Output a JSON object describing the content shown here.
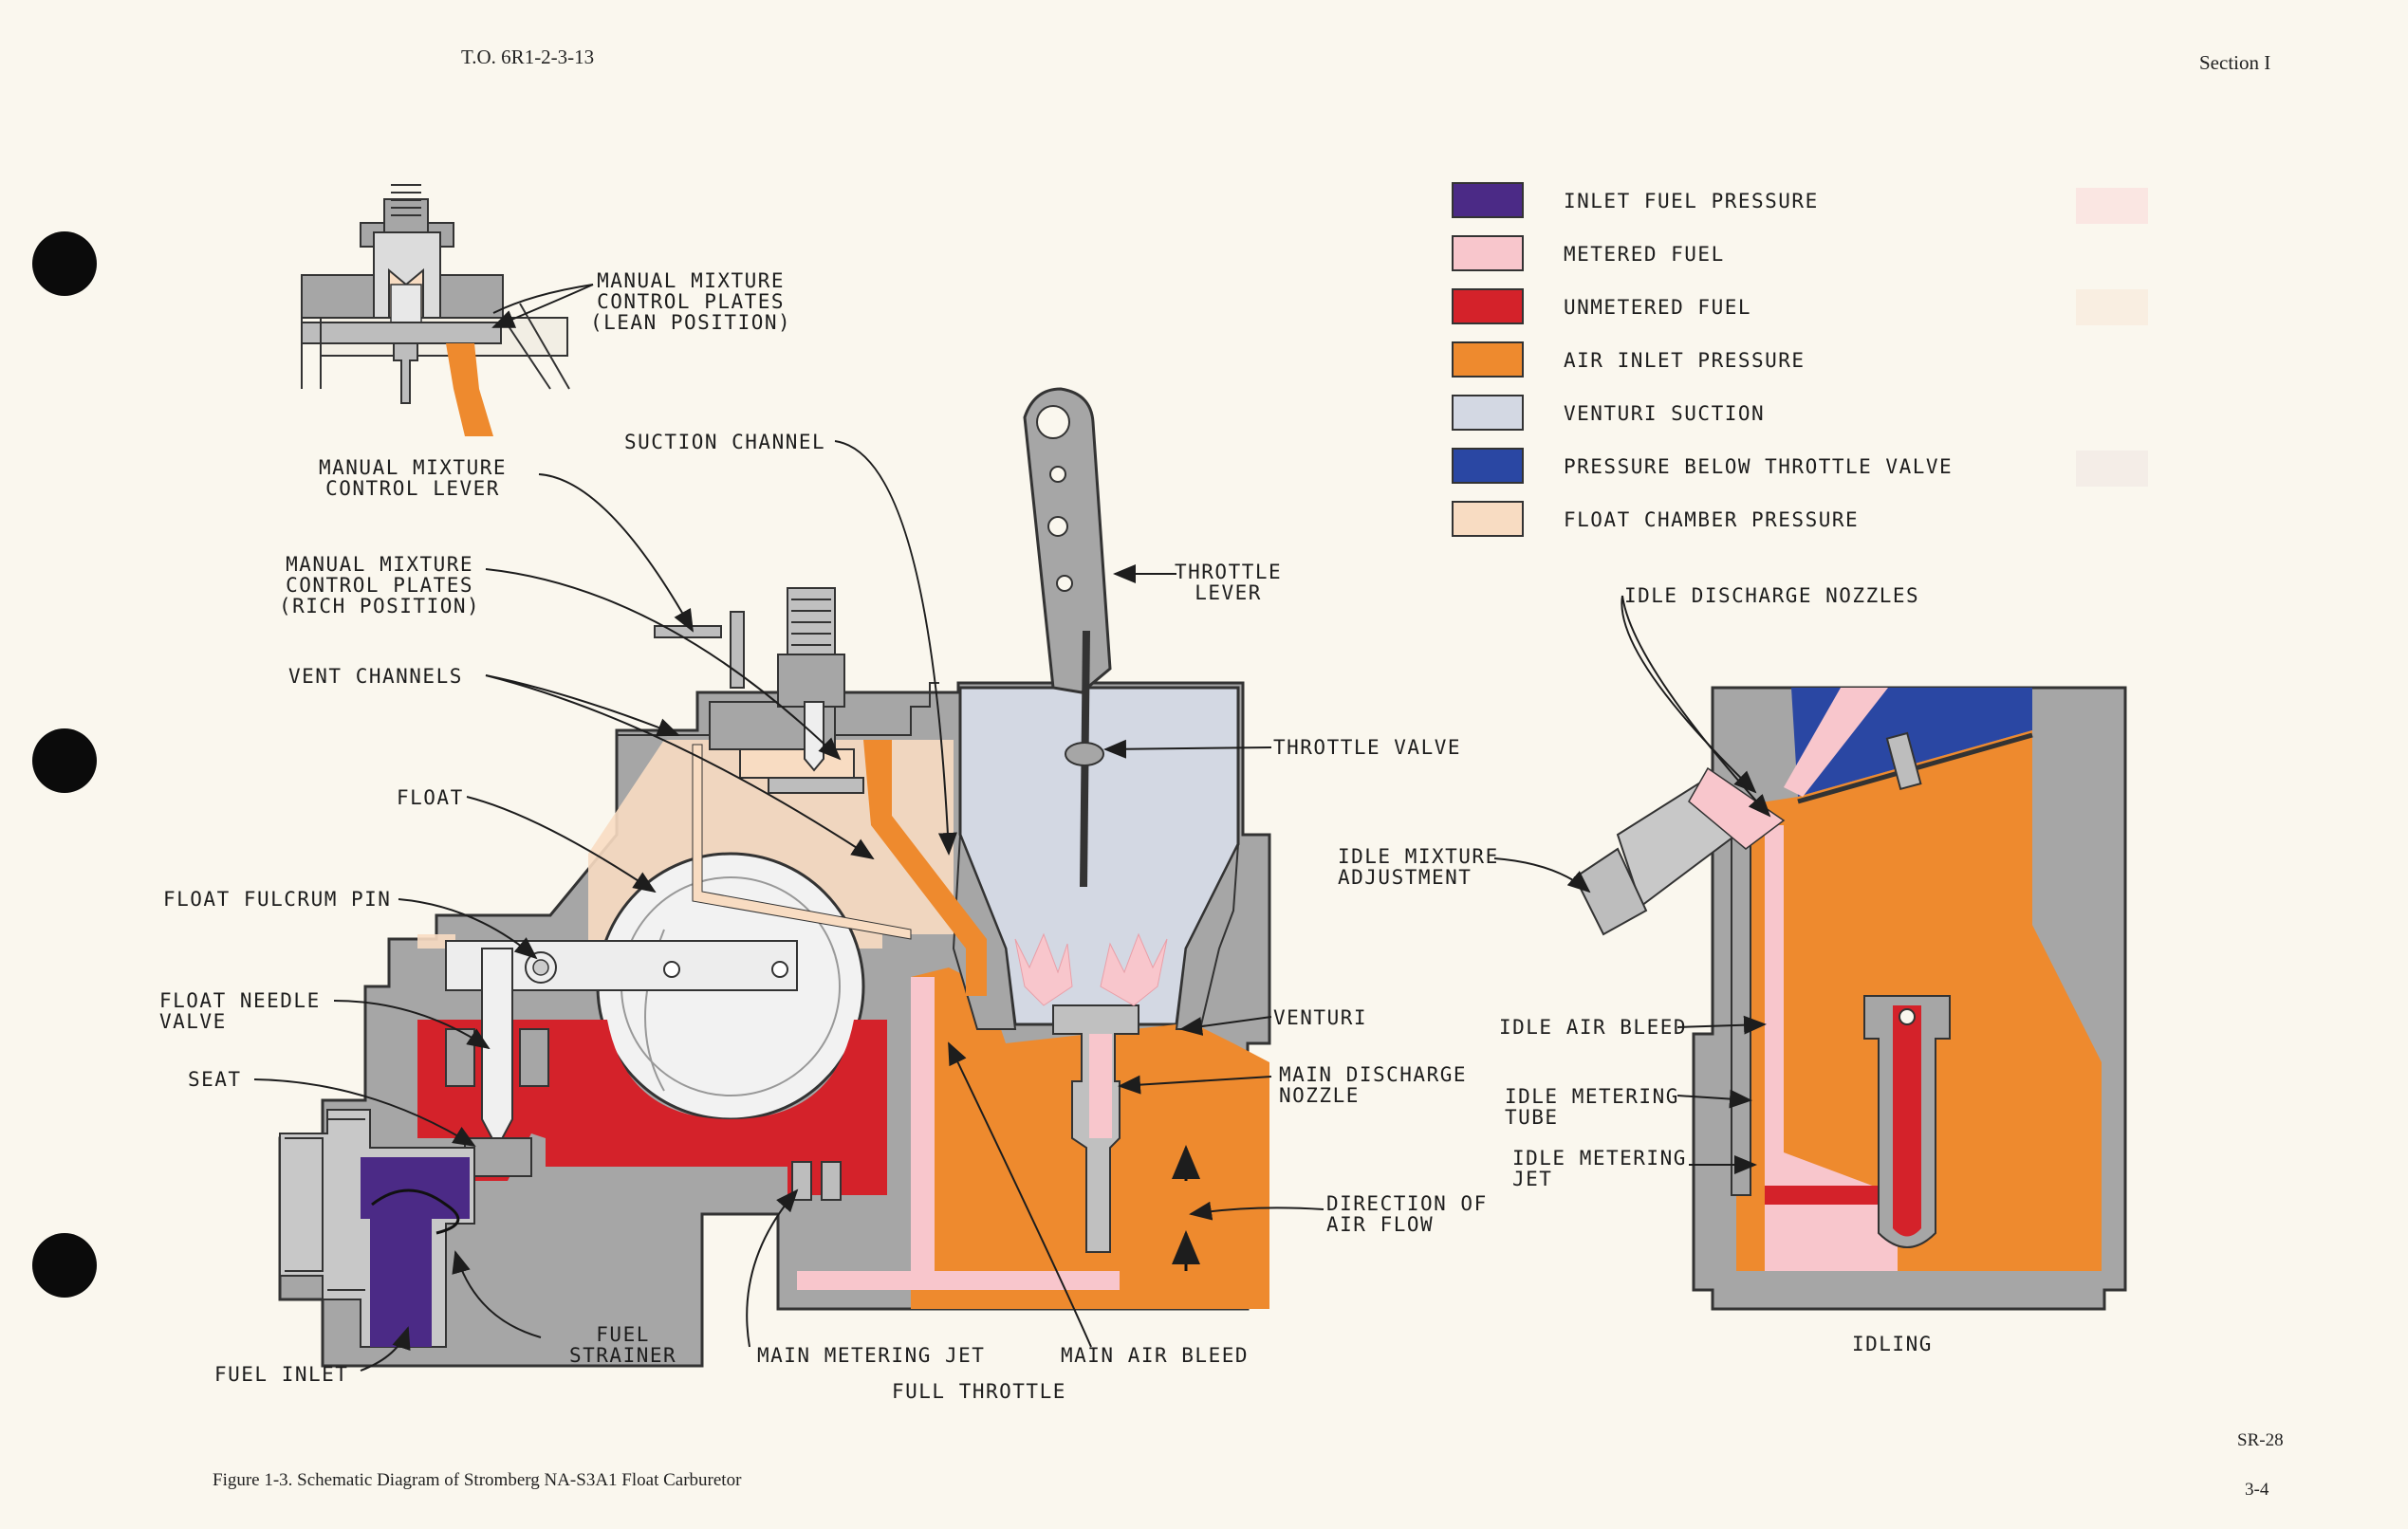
{
  "header": {
    "doc_id": "T.O. 6R1-2-3-13",
    "section": "Section I"
  },
  "legend": [
    {
      "label": "INLET FUEL PRESSURE",
      "color": "#4b2a86"
    },
    {
      "label": "METERED FUEL",
      "color": "#f8c6cc"
    },
    {
      "label": "UNMETERED FUEL",
      "color": "#d4222a"
    },
    {
      "label": "AIR INLET PRESSURE",
      "color": "#ee8a2e"
    },
    {
      "label": "VENTURI SUCTION",
      "color": "#d3d8e3"
    },
    {
      "label": "PRESSURE BELOW THROTTLE VALVE",
      "color": "#2a47a3"
    },
    {
      "label": "FLOAT CHAMBER PRESSURE",
      "color": "#f8dcc2"
    }
  ],
  "labels": {
    "mmc_plates_lean": "MANUAL MIXTURE\nCONTROL PLATES\n(LEAN POSITION)",
    "mmc_lever": "MANUAL MIXTURE\nCONTROL LEVER",
    "suction_channel": "SUCTION CHANNEL",
    "throttle_lever": "THROTTLE\nLEVER",
    "mmc_plates_rich": "MANUAL MIXTURE\nCONTROL PLATES\n(RICH POSITION)",
    "vent_channels": "VENT CHANNELS",
    "throttle_valve": "THROTTLE VALVE",
    "float": "FLOAT",
    "float_fulcrum_pin": "FLOAT FULCRUM PIN",
    "float_needle_valve": "FLOAT NEEDLE\nVALVE",
    "seat": "SEAT",
    "venturi": "VENTURI",
    "main_discharge_nozzle": "MAIN DISCHARGE\nNOZZLE",
    "direction_air_flow": "DIRECTION OF\nAIR FLOW",
    "fuel_strainer": "FUEL\nSTRAINER",
    "fuel_inlet": "FUEL INLET",
    "main_metering_jet": "MAIN METERING JET",
    "main_air_bleed": "MAIN AIR BLEED",
    "full_throttle": "FULL THROTTLE",
    "idle_discharge_nozzles": "IDLE DISCHARGE NOZZLES",
    "idle_mixture_adjustment": "IDLE MIXTURE\nADJUSTMENT",
    "idle_air_bleed": "IDLE AIR BLEED",
    "idle_metering_tube": "IDLE METERING\nTUBE",
    "idle_metering_jet": "IDLE METERING\nJET",
    "idling": "IDLING"
  },
  "caption": "Figure 1-3.  Schematic Diagram of Stromberg NA-S3A1 Float Carburetor",
  "footer": {
    "ref": "SR-28",
    "page": "3-4"
  },
  "colors": {
    "body": "#a6a6a6",
    "body_dark": "#6e6e6e",
    "inlet_fuel": "#4b2a86",
    "metered_fuel": "#f8c6cc",
    "unmetered_fuel": "#d4222a",
    "air_inlet": "#ee8a2e",
    "venturi_suction": "#d3d8e3",
    "below_throttle": "#2a47a3",
    "float_chamber": "#f8dcc2",
    "paper": "#faf7ee"
  }
}
